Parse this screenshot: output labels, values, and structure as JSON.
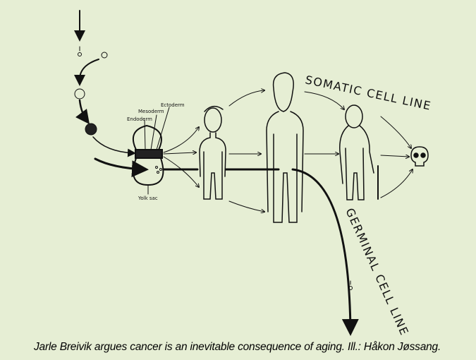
{
  "illustration": {
    "labels": {
      "ectoderm": "Ectoderm",
      "mesoderm": "Mesoderm",
      "endoderm": "Endoderm",
      "yolk_sac": "Yolk sac",
      "somatic": "SOMATIC CELL LINE",
      "germinal": "GERMINAL CELL LINE"
    }
  },
  "caption": "Jarle Breivik argues cancer is an inevitable consequence of aging. Ill.: Håkon Jøssang.",
  "colors": {
    "background": "#e6eed4",
    "ink": "#111111"
  }
}
